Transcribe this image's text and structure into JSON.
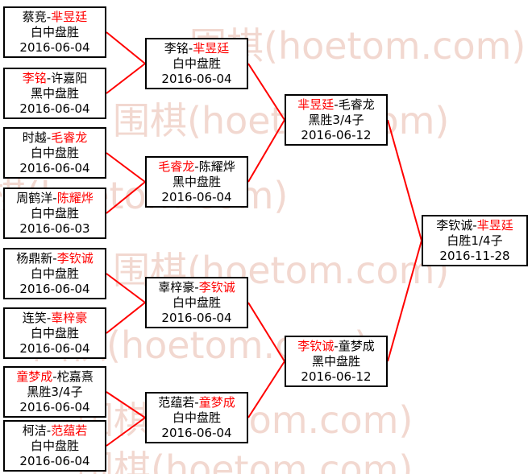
{
  "watermark": {
    "text": "围棋(hoetom.com)",
    "color": "#f2d8d0"
  },
  "colors": {
    "winner": "#ff0000",
    "line": "#ff0000",
    "box_border": "#000000",
    "box_background": "#ffffff"
  },
  "separator": "-",
  "rounds": [
    [
      {
        "p1": "蔡竞",
        "p1_win": false,
        "p2": "芈昱廷",
        "p2_win": true,
        "result": "白中盘胜",
        "date": "2016-06-04"
      },
      {
        "p1": "李铭",
        "p1_win": true,
        "p2": "许嘉阳",
        "p2_win": false,
        "result": "黑中盘胜",
        "date": "2016-06-04"
      },
      {
        "p1": "时越",
        "p1_win": false,
        "p2": "毛睿龙",
        "p2_win": true,
        "result": "白中盘胜",
        "date": "2016-06-04"
      },
      {
        "p1": "周鹤洋",
        "p1_win": false,
        "p2": "陈耀烨",
        "p2_win": true,
        "result": "白中盘胜",
        "date": "2016-06-03"
      },
      {
        "p1": "杨鼎新",
        "p1_win": false,
        "p2": "李钦诚",
        "p2_win": true,
        "result": "白中盘胜",
        "date": "2016-06-04"
      },
      {
        "p1": "连笑",
        "p1_win": false,
        "p2": "辜梓豪",
        "p2_win": true,
        "result": "白中盘胜",
        "date": "2016-06-04"
      },
      {
        "p1": "童梦成",
        "p1_win": true,
        "p2": "柁嘉熹",
        "p2_win": false,
        "result": "黑胜3/4子",
        "date": "2016-06-04"
      },
      {
        "p1": "柯洁",
        "p1_win": false,
        "p2": "范蕴若",
        "p2_win": true,
        "result": "白中盘胜",
        "date": "2016-06-04"
      }
    ],
    [
      {
        "p1": "李铭",
        "p1_win": false,
        "p2": "芈昱廷",
        "p2_win": true,
        "result": "白中盘胜",
        "date": "2016-06-04"
      },
      {
        "p1": "毛睿龙",
        "p1_win": true,
        "p2": "陈耀烨",
        "p2_win": false,
        "result": "黑中盘胜",
        "date": "2016-06-04"
      },
      {
        "p1": "辜梓豪",
        "p1_win": false,
        "p2": "李钦诚",
        "p2_win": true,
        "result": "白中盘胜",
        "date": "2016-06-04"
      },
      {
        "p1": "范蕴若",
        "p1_win": false,
        "p2": "童梦成",
        "p2_win": true,
        "result": "白中盘胜",
        "date": "2016-06-04"
      }
    ],
    [
      {
        "p1": "芈昱廷",
        "p1_win": true,
        "p2": "毛睿龙",
        "p2_win": false,
        "result": "黑胜3/4子",
        "date": "2016-06-12"
      },
      {
        "p1": "李钦诚",
        "p1_win": true,
        "p2": "童梦成",
        "p2_win": false,
        "result": "黑中盘胜",
        "date": "2016-06-12"
      }
    ],
    [
      {
        "p1": "李钦诚",
        "p1_win": false,
        "p2": "芈昱廷",
        "p2_win": true,
        "result": "白胜1/4子",
        "date": "2016-11-28"
      }
    ]
  ]
}
